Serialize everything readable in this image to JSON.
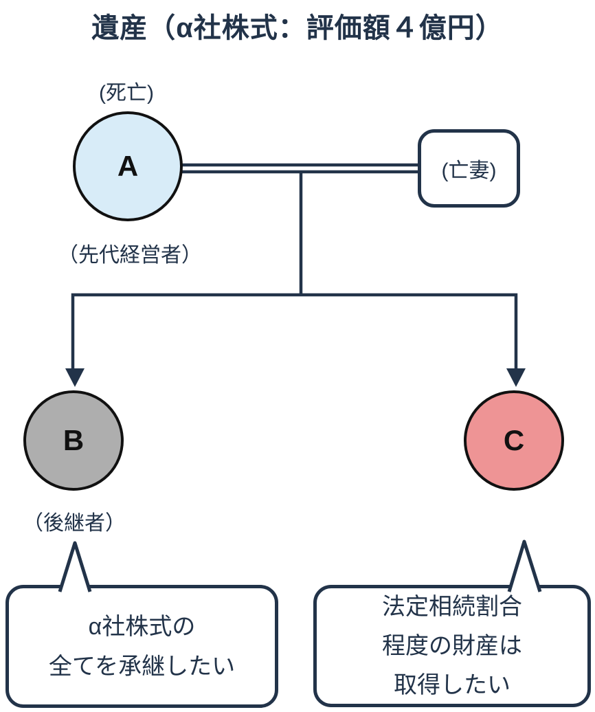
{
  "title": "遺産（α社株式：評価額４億円）",
  "colors": {
    "line": "#223349",
    "text": "#223349",
    "node_border": "#111111",
    "node_a_fill": "#d8ecf8",
    "node_b_fill": "#aeaeae",
    "node_c_fill": "#ee9495",
    "bubble_bg": "#ffffff"
  },
  "nodes": {
    "a": {
      "letter": "A",
      "status_label": "(死亡)",
      "role_label": "（先代経営者）"
    },
    "wife": {
      "label": "(亡妻)"
    },
    "b": {
      "letter": "B",
      "role_label": "（後継者）"
    },
    "c": {
      "letter": "C"
    }
  },
  "speech_bubbles": {
    "b": {
      "lines": [
        "α社株式の",
        "全てを承継したい"
      ]
    },
    "c": {
      "lines": [
        "法定相続割合",
        "程度の財産は",
        "取得したい"
      ]
    }
  }
}
